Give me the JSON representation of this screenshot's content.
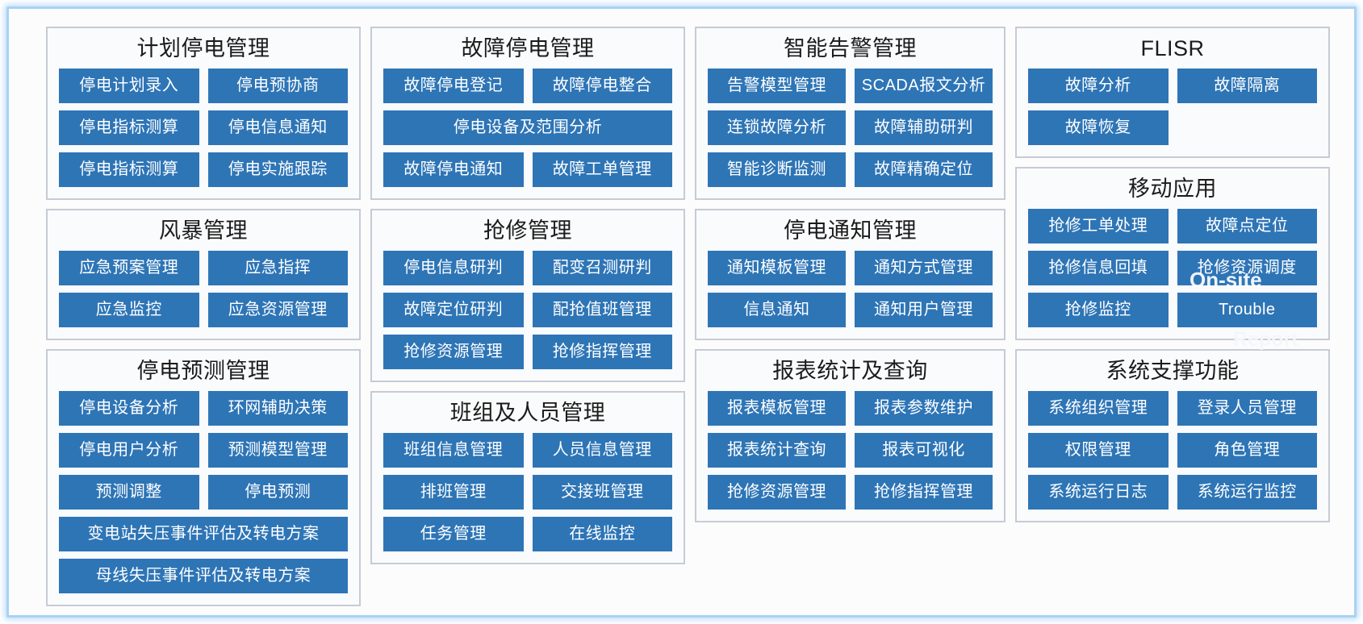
{
  "theme": {
    "button_color": "#2e75b6",
    "panel_border": "#c6cbd4",
    "panel_bg": "#fafbfc",
    "frame_border": "#a8d2f2",
    "button_text": "#ffffff",
    "title_text": "#1b1b1b"
  },
  "columns": [
    {
      "panels": [
        {
          "key": "planned-outage-management",
          "title": "计划停电管理",
          "rows": [
            [
              "停电计划录入",
              "停电预协商"
            ],
            [
              "停电指标测算",
              "停电信息通知"
            ],
            [
              "停电指标测算",
              "停电实施跟踪"
            ]
          ]
        },
        {
          "key": "storm-management",
          "title": "风暴管理",
          "rows": [
            [
              "应急预案管理",
              "应急指挥"
            ],
            [
              "应急监控",
              "应急资源管理"
            ]
          ]
        },
        {
          "key": "outage-forecast-management",
          "title": "停电预测管理",
          "rows": [
            [
              "停电设备分析",
              "环网辅助决策"
            ],
            [
              "停电用户分析",
              "预测模型管理"
            ],
            [
              "预测调整",
              "停电预测"
            ],
            [
              "变电站失压事件评估及转电方案"
            ],
            [
              "母线失压事件评估及转电方案"
            ]
          ]
        }
      ]
    },
    {
      "panels": [
        {
          "key": "fault-outage-management",
          "title": "故障停电管理",
          "rows": [
            [
              "故障停电登记",
              "故障停电整合"
            ],
            [
              "停电设备及范围分析"
            ],
            [
              "故障停电通知",
              "故障工单管理"
            ]
          ]
        },
        {
          "key": "emergency-repair-management",
          "title": "抢修管理",
          "rows": [
            [
              "停电信息研判",
              "配变召测研判"
            ],
            [
              "故障定位研判",
              "配抢值班管理"
            ],
            [
              "抢修资源管理",
              "抢修指挥管理"
            ]
          ]
        },
        {
          "key": "team-and-personnel-management",
          "title": "班组及人员管理",
          "rows": [
            [
              "班组信息管理",
              "人员信息管理"
            ],
            [
              "排班管理",
              "交接班管理"
            ],
            [
              "任务管理",
              "在线监控"
            ]
          ]
        }
      ]
    },
    {
      "panels": [
        {
          "key": "intelligent-alarm-management",
          "title": "智能告警管理",
          "rows": [
            [
              "告警模型管理",
              "SCADA报文分析"
            ],
            [
              "连锁故障分析",
              "故障辅助研判"
            ],
            [
              "智能诊断监测",
              "故障精确定位"
            ]
          ]
        },
        {
          "key": "outage-notification-management",
          "title": "停电通知管理",
          "rows": [
            [
              "通知模板管理",
              "通知方式管理"
            ],
            [
              "信息通知",
              "通知用户管理"
            ]
          ]
        },
        {
          "key": "report-statistics-and-query",
          "title": "报表统计及查询",
          "rows": [
            [
              "报表模板管理",
              "报表参数维护"
            ],
            [
              "报表统计查询",
              "报表可视化"
            ],
            [
              "抢修资源管理",
              "抢修指挥管理"
            ]
          ]
        }
      ]
    },
    {
      "panels": [
        {
          "key": "flisr",
          "title": "FLISR",
          "rows": [
            [
              "故障分析",
              "故障隔离"
            ],
            [
              "故障恢复",
              ""
            ]
          ]
        },
        {
          "key": "mobile-application",
          "title": "移动应用",
          "rows": [
            [
              "抢修工单处理",
              "故障点定位"
            ],
            [
              "抢修信息回填",
              "抢修资源调度"
            ],
            [
              "抢修监控",
              "Trouble"
            ]
          ],
          "watermark": "On-site"
        },
        {
          "key": "system-support-functions",
          "title": "系统支撑功能",
          "rows": [
            [
              "系统组织管理",
              "登录人员管理"
            ],
            [
              "权限管理",
              "角色管理"
            ],
            [
              "系统运行日志",
              "系统运行监控"
            ]
          ],
          "watermark": "Report"
        }
      ]
    }
  ]
}
